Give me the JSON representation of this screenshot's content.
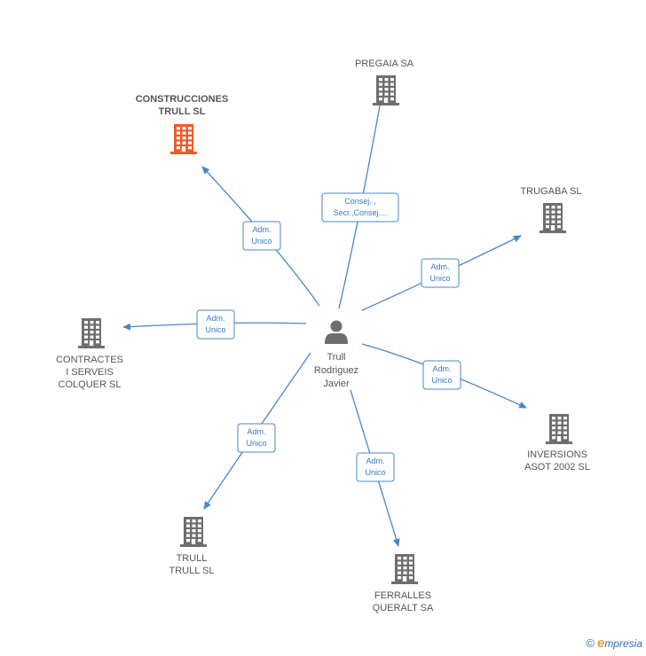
{
  "center": {
    "lines": [
      "Trull",
      "Rodriguez",
      "Javier"
    ],
    "icon": "person-icon"
  },
  "colors": {
    "edge": "#4a86c8",
    "building": "#6e6e6e",
    "highlight": "#f05a28"
  },
  "companies": [
    {
      "id": "construcciones",
      "lines": [
        "CONSTRUCCIONES",
        "TRULL SL"
      ],
      "highlight": true,
      "role": [
        "Adm.",
        "Unico"
      ]
    },
    {
      "id": "pregaia",
      "lines": [
        "PREGAIA SA"
      ],
      "highlight": false,
      "role": [
        "Consej. ,",
        "Secr.,Consej...."
      ]
    },
    {
      "id": "trugaba",
      "lines": [
        "TRUGABA SL"
      ],
      "highlight": false,
      "role": [
        "Adm.",
        "Unico"
      ]
    },
    {
      "id": "contractes",
      "lines": [
        "CONTRACTES",
        "I SERVEIS",
        "COLQUER SL"
      ],
      "highlight": false,
      "role": [
        "Adm.",
        "Unico"
      ]
    },
    {
      "id": "inversions",
      "lines": [
        "INVERSIONS",
        "ASOT 2002 SL"
      ],
      "highlight": false,
      "role": [
        "Adm.",
        "Unico"
      ]
    },
    {
      "id": "trull",
      "lines": [
        "TRULL",
        "TRULL SL"
      ],
      "highlight": false,
      "role": [
        "Adm.",
        "Unico"
      ]
    },
    {
      "id": "ferralles",
      "lines": [
        "FERRALLES",
        "QUERALT SA"
      ],
      "highlight": false,
      "role": [
        "Adm.",
        "Unico"
      ]
    }
  ],
  "footer": {
    "copyright": "©",
    "brand_initial": "e",
    "brand_rest": "mpresia"
  }
}
